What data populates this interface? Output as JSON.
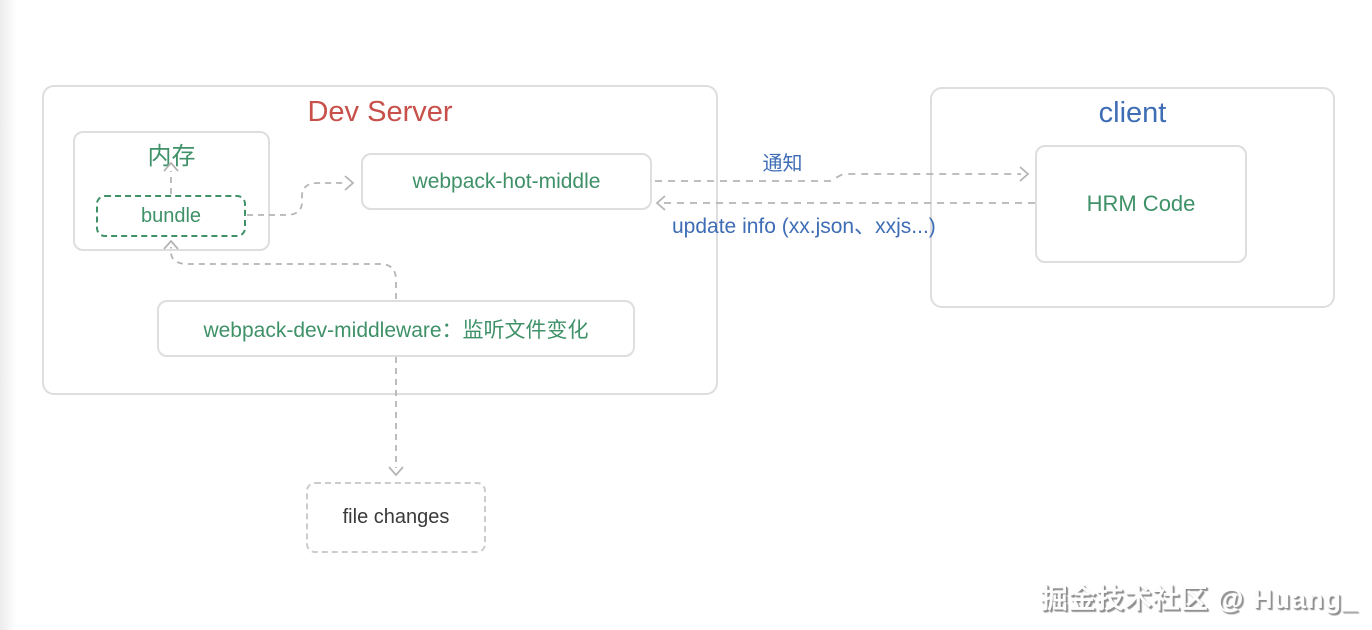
{
  "colors": {
    "green_text": "#3f9168",
    "blue_text": "#3e6db5",
    "red_text": "#c8504a",
    "box_border": "#dedede",
    "arrow_gray": "#b5b5b5",
    "dark_text": "#3a3a3a"
  },
  "dev_server": {
    "title": "Dev Server",
    "memory_label": "内存",
    "bundle_label": "bundle",
    "hot_middleware_label": "webpack-hot-middle",
    "dev_middleware_label": "webpack-dev-middleware：监听文件变化"
  },
  "client": {
    "title": "client",
    "hrm_label": "HRM Code"
  },
  "external": {
    "file_changes_label": "file changes"
  },
  "edges": {
    "notify_label": "通知",
    "update_label": "update info (xx.json、xxjs...)"
  },
  "watermark": "掘金技术社区 @ Huang_"
}
